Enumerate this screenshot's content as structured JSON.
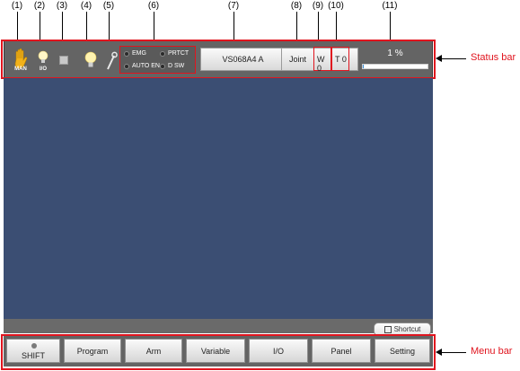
{
  "callouts": [
    "(1)",
    "(2)",
    "(3)",
    "(4)",
    "(5)",
    "(6)",
    "(7)",
    "(8)",
    "(9)",
    "(10)",
    "(11)"
  ],
  "status_bar": {
    "mode_label": "MAN",
    "io_label": "I/O",
    "signals": {
      "emg": "EMG",
      "prtct": "PRTCT",
      "auto_en": "AUTO EN",
      "d_sw": "D SW"
    },
    "robot_type": "VS068A4 A",
    "coord_label": "Joint",
    "work_label": "W 0",
    "tool_label": "T 0",
    "speed_text": "1 %",
    "speed_percent": 1
  },
  "shortcut_label": "Shortcut",
  "menu": {
    "shift": "SHIFT",
    "program": "Program",
    "arm": "Arm",
    "variable": "Variable",
    "io": "I/O",
    "panel": "Panel",
    "setting": "Setting"
  },
  "side_labels": {
    "status_bar": "Status bar",
    "menu_bar": "Menu bar"
  },
  "colors": {
    "highlight_red": "#e0141e",
    "main_area": "#3b4e73",
    "bar_gray": "#646464"
  }
}
